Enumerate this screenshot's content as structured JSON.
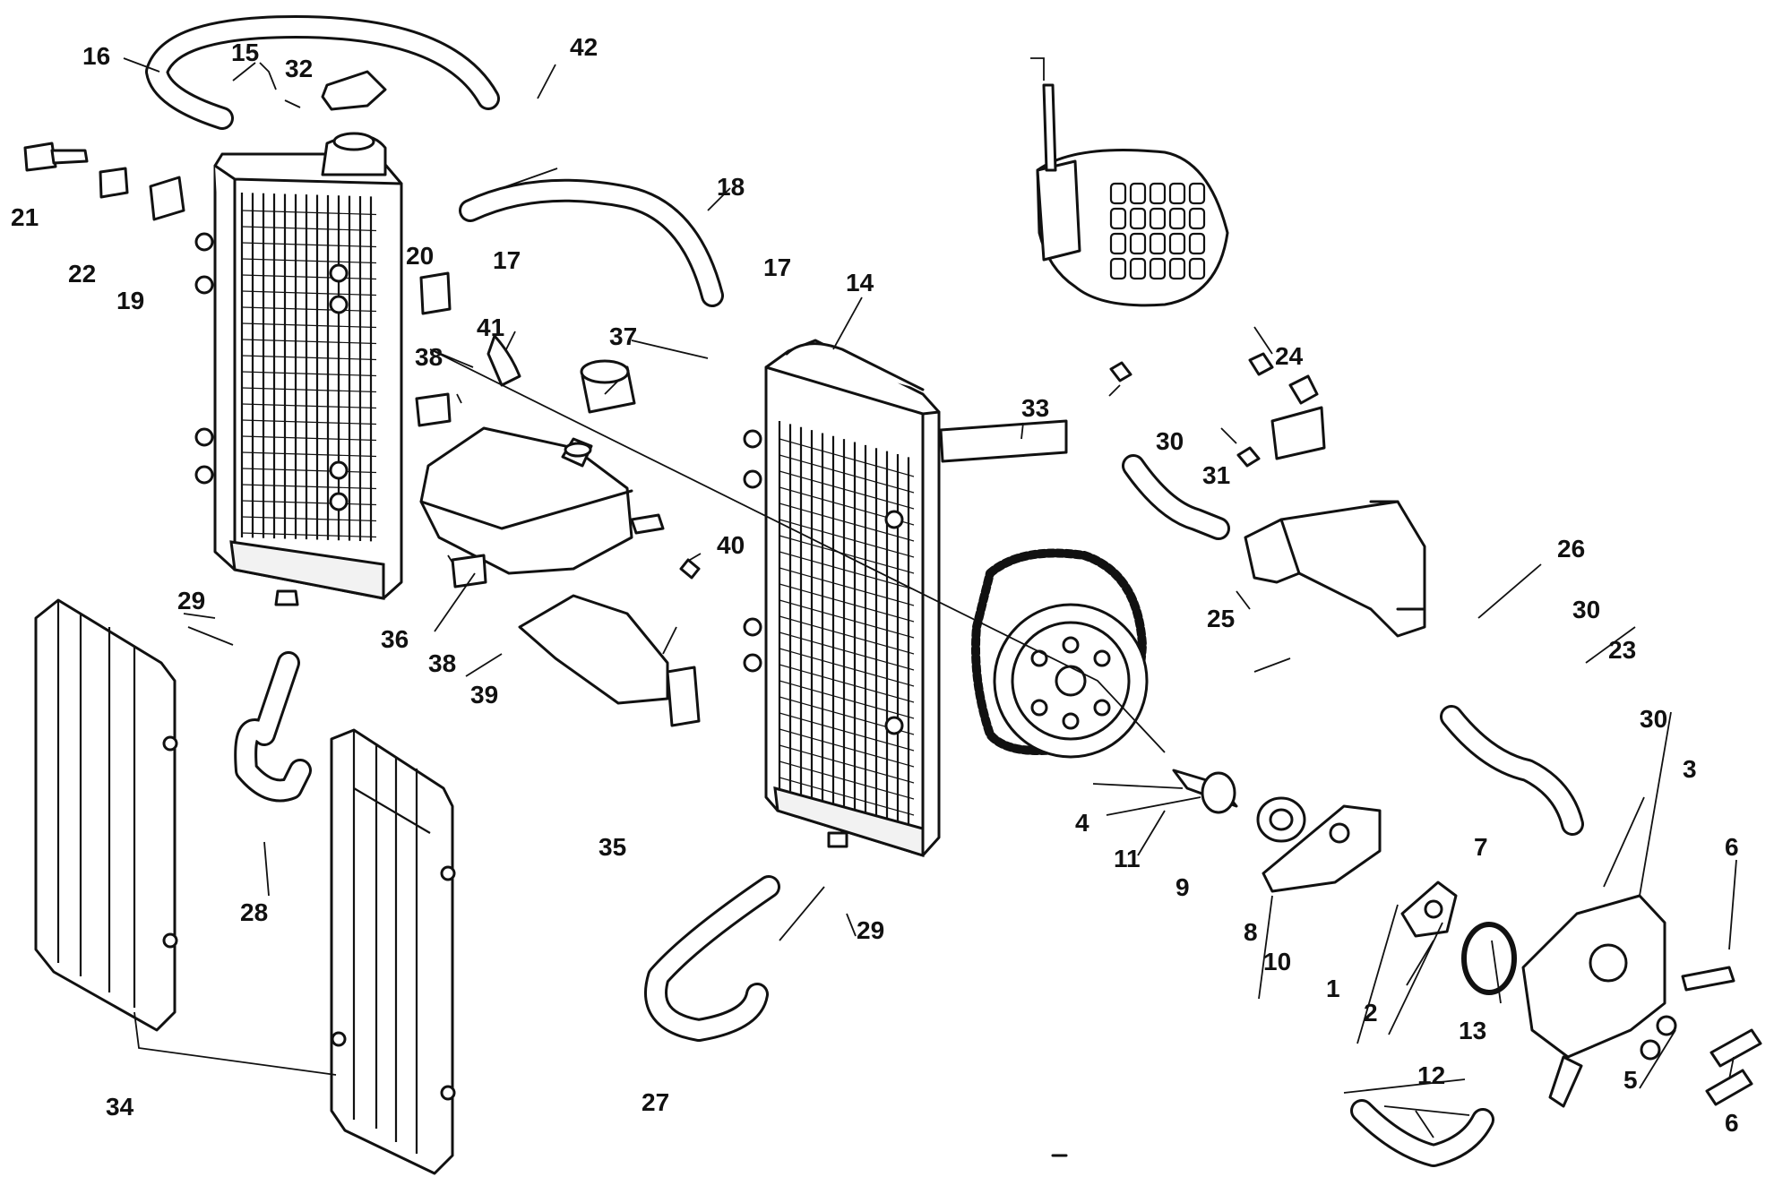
{
  "callouts": [
    {
      "id": "c1",
      "label": "1"
    },
    {
      "id": "c2",
      "label": "2"
    },
    {
      "id": "c3",
      "label": "3"
    },
    {
      "id": "c4",
      "label": "4"
    },
    {
      "id": "c5",
      "label": "5"
    },
    {
      "id": "c6a",
      "label": "6"
    },
    {
      "id": "c6b",
      "label": "6"
    },
    {
      "id": "c7",
      "label": "7"
    },
    {
      "id": "c8",
      "label": "8"
    },
    {
      "id": "c9",
      "label": "9"
    },
    {
      "id": "c10",
      "label": "10"
    },
    {
      "id": "c11",
      "label": "11"
    },
    {
      "id": "c12",
      "label": "12"
    },
    {
      "id": "c13",
      "label": "13"
    },
    {
      "id": "c14",
      "label": "14"
    },
    {
      "id": "c15",
      "label": "15"
    },
    {
      "id": "c16",
      "label": "16"
    },
    {
      "id": "c17a",
      "label": "17"
    },
    {
      "id": "c17b",
      "label": "17"
    },
    {
      "id": "c18",
      "label": "18"
    },
    {
      "id": "c19",
      "label": "19"
    },
    {
      "id": "c20",
      "label": "20"
    },
    {
      "id": "c21",
      "label": "21"
    },
    {
      "id": "c22",
      "label": "22"
    },
    {
      "id": "c23",
      "label": "23"
    },
    {
      "id": "c24",
      "label": "24"
    },
    {
      "id": "c25",
      "label": "25"
    },
    {
      "id": "c26",
      "label": "26"
    },
    {
      "id": "c27",
      "label": "27"
    },
    {
      "id": "c28",
      "label": "28"
    },
    {
      "id": "c29a",
      "label": "29"
    },
    {
      "id": "c29b",
      "label": "29"
    },
    {
      "id": "c30a",
      "label": "30"
    },
    {
      "id": "c30b",
      "label": "30"
    },
    {
      "id": "c30c",
      "label": "30"
    },
    {
      "id": "c31",
      "label": "31"
    },
    {
      "id": "c32",
      "label": "32"
    },
    {
      "id": "c33",
      "label": "33"
    },
    {
      "id": "c34",
      "label": "34"
    },
    {
      "id": "c35",
      "label": "35"
    },
    {
      "id": "c36",
      "label": "36"
    },
    {
      "id": "c37",
      "label": "37"
    },
    {
      "id": "c38a",
      "label": "38"
    },
    {
      "id": "c38b",
      "label": "38"
    },
    {
      "id": "c39",
      "label": "39"
    },
    {
      "id": "c40",
      "label": "40"
    },
    {
      "id": "c41",
      "label": "41"
    },
    {
      "id": "c42",
      "label": "42"
    }
  ]
}
